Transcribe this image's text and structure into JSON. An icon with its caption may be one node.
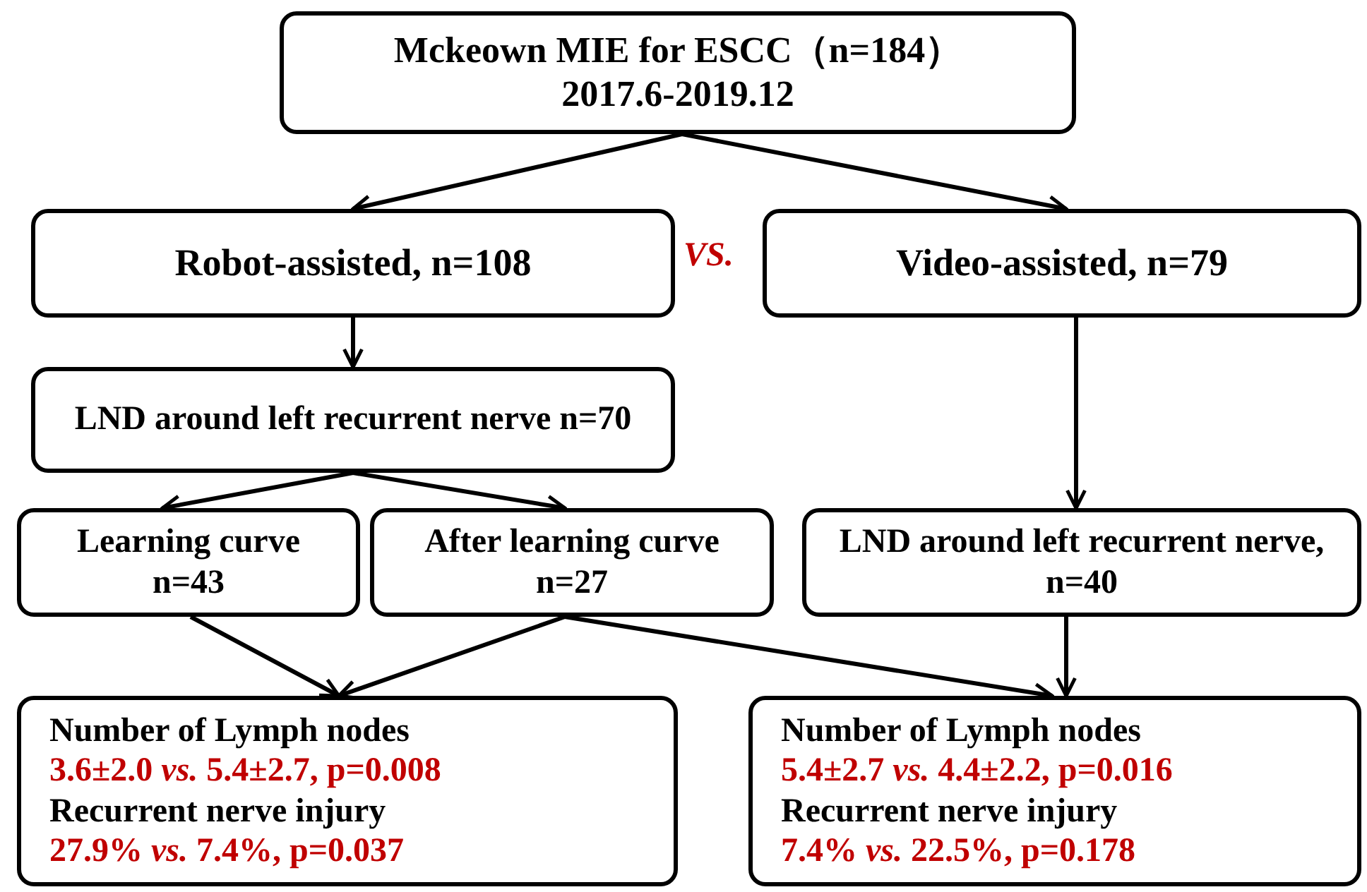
{
  "diagram": {
    "nodes": [
      {
        "text": [
          "Mckeown MIE for ESCC（n=184） 2017.6-2019.12"
        ]
      },
      {
        "text": [
          "Robot-assisted, n=108"
        ]
      },
      {
        "text": [
          "Video-assisted, n=79"
        ]
      },
      {
        "text": [
          "LND around left recurrent nerve n=70"
        ]
      },
      {
        "text": [
          "Learning curve n=43"
        ]
      },
      {
        "text": [
          "After learning curve n=27"
        ]
      },
      {
        "text": [
          "LND around left recurrent nerve, n=40"
        ]
      },
      {
        "text": [
          "Number of Lymph nodes",
          "3.6±2.0 *vs.* 5.4±2.7, p=0.008",
          "Recurrent nerve injury",
          "27.9% *vs.* 7.4%, p=0.037"
        ]
      },
      {
        "text": [
          "Number of Lymph nodes",
          "5.4±2.7 *vs.* 4.4±2.2, p=0.016",
          "Recurrent nerve injury",
          "7.4% *vs.* 22.5%, p=0.178"
        ]
      }
    ],
    "edges": [
      {
        "from": 0,
        "to": 1,
        "arrow": "to"
      },
      {
        "from": 0,
        "to": 2,
        "arrow": "to"
      },
      {
        "from": 1,
        "to": 3,
        "arrow": "to"
      },
      {
        "from": 3,
        "to": 4,
        "arrow": "to"
      },
      {
        "from": 3,
        "to": 5,
        "arrow": "to"
      },
      {
        "from": 2,
        "to": 6,
        "arrow": "to"
      },
      {
        "from": 4,
        "to": 7,
        "arrow": "to"
      },
      {
        "from": 5,
        "to": 7,
        "arrow": "to"
      },
      {
        "from": 5,
        "to": 8,
        "arrow": "to"
      },
      {
        "from": 6,
        "to": 8,
        "arrow": "to"
      }
    ],
    "labels": [
      "VS."
    ]
  }
}
